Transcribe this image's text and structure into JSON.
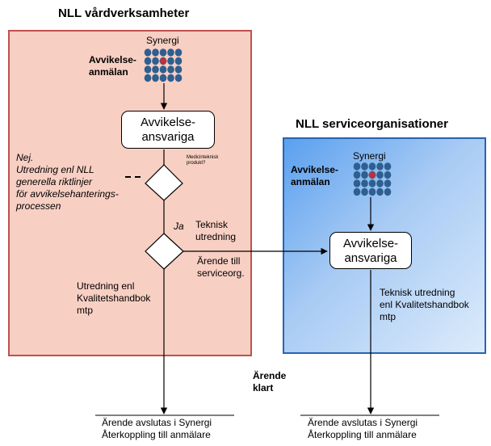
{
  "left_panel": {
    "title": "NLL vårdverksamheter",
    "synergi_label": "Synergi",
    "report_label": [
      "Avvikelse-",
      "anmälan"
    ],
    "responsible_box": [
      "Avvikelse-",
      "ansvariga"
    ],
    "no_text": [
      "Nej.",
      "Utredning enl NLL",
      "generella riktlinjer",
      "för avvikelsehanterings-",
      "processen"
    ],
    "decision1_question": [
      "Medicinteknisk",
      "produkt?"
    ],
    "yes_label": "Ja",
    "technical_label": [
      "Teknisk",
      "utredning"
    ],
    "case_to_service": [
      "Ärende till",
      "serviceorg."
    ],
    "quality_handbook": [
      "Utredning enl",
      "Kvalitetshandbok",
      "mtp"
    ]
  },
  "right_panel": {
    "title": "NLL serviceorganisationer",
    "synergi_label": "Synergi",
    "report_label": [
      "Avvikelse-",
      "anmälan"
    ],
    "responsible_box": [
      "Avvikelse-",
      "ansvariga"
    ],
    "technical_text": [
      "Teknisk utredning",
      "enl Kvalitetshandbok",
      "mtp"
    ]
  },
  "case_done": [
    "Ärende",
    "klart"
  ],
  "endpoint_left": [
    "Ärende avslutas i Synergi",
    "Återkoppling till anmälare"
  ],
  "endpoint_right": [
    "Ärende avslutas i Synergi",
    "Återkoppling till anmälare"
  ],
  "colors": {
    "left_fill": "#f8cfc3",
    "left_border": "#c0504d",
    "right_border": "#2a63b0",
    "grid_dot": "#2e5f8f",
    "grid_center": "#c0303a"
  }
}
